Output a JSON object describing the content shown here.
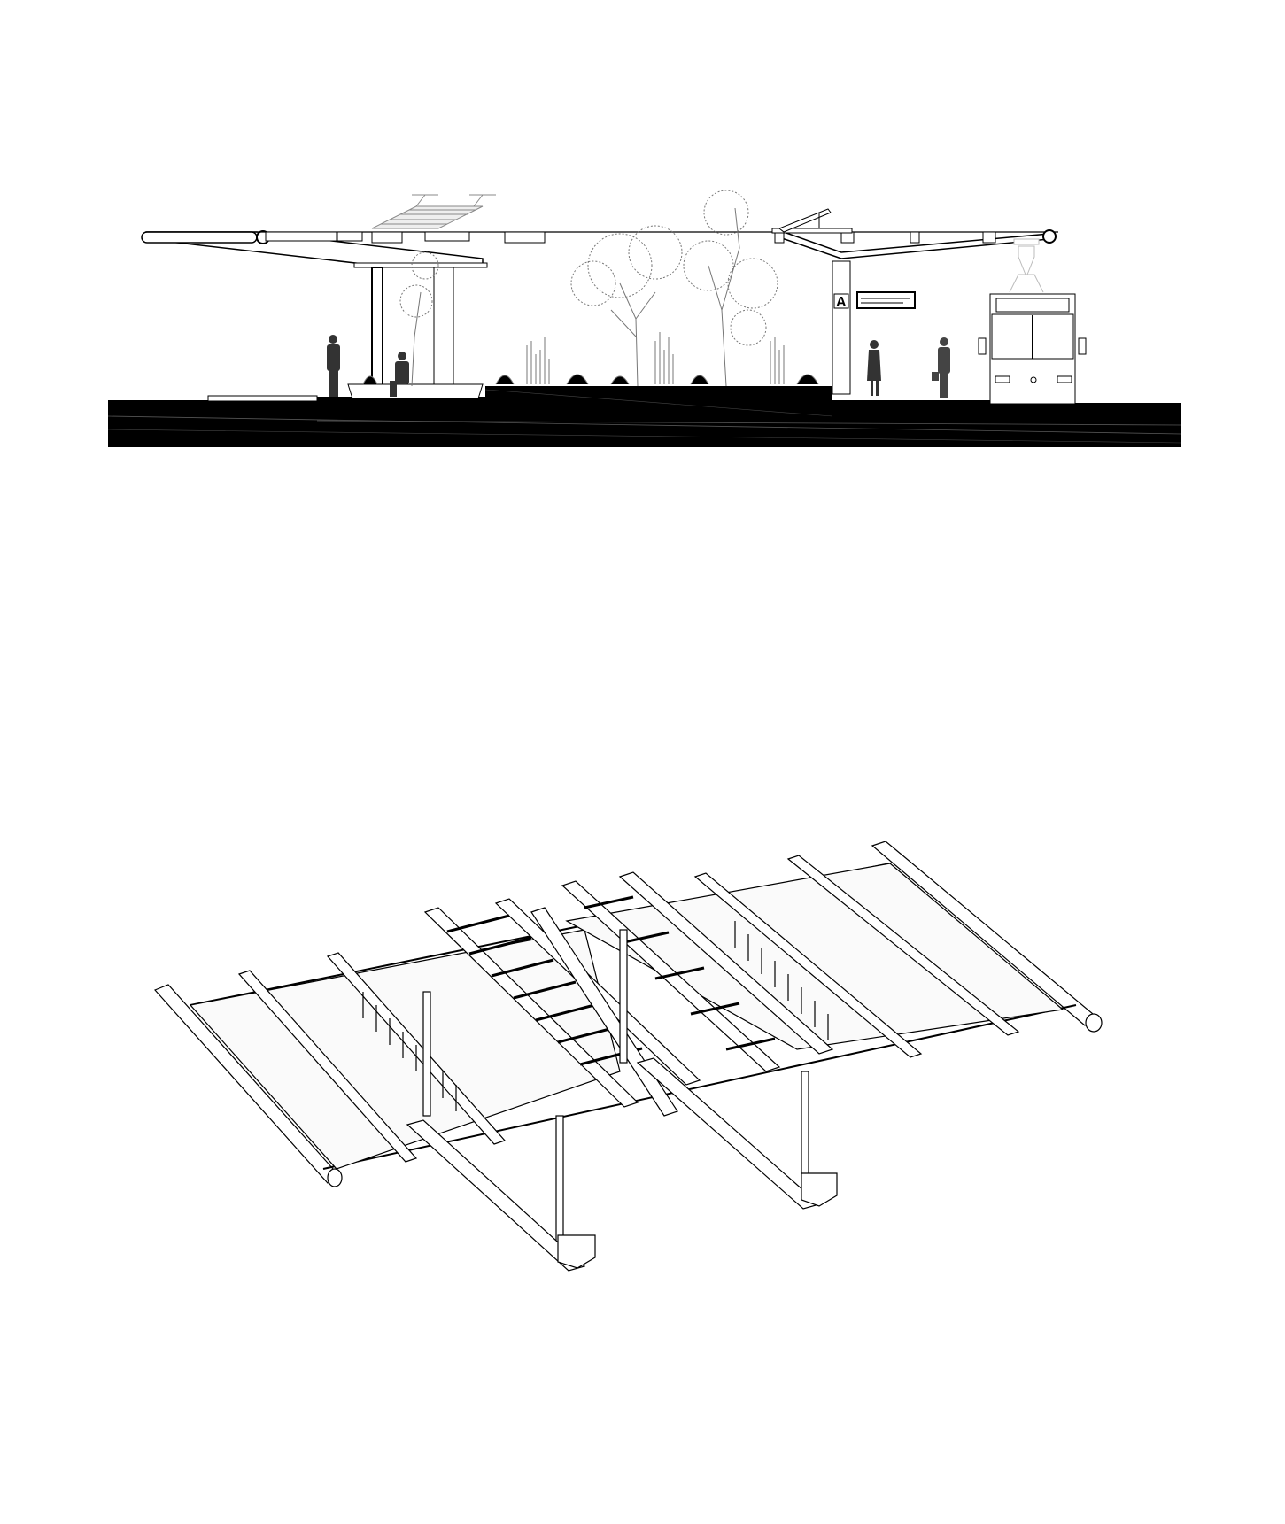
{
  "page": {
    "background": "#ffffff",
    "drawings": [
      {
        "id": "section",
        "kind": "elevation-section",
        "subject": "bus/trolleybus stop canopy with central planted garden",
        "elements": [
          "cantilevered roof canopy",
          "solar panel array",
          "concrete columns",
          "bench",
          "standing figures",
          "seated figure",
          "planted trees and grasses",
          "information sign panel",
          "trolleybus with pantograph",
          "ground section (solid black)"
        ],
        "signage": {
          "glyph": "A"
        }
      },
      {
        "id": "axonometric",
        "kind": "structural-axonometric",
        "subject": "steel roof frame of the canopy",
        "elements": [
          "tubular edge beams",
          "rectangular purlins",
          "ladder-truss girders",
          "tapered cross beams",
          "columns",
          "footing blocks"
        ]
      }
    ],
    "colors": {
      "ink": "#000000",
      "vegetation": "#6b6b6b",
      "ground_fill": "#000000",
      "paper": "#ffffff",
      "faded_vehicle_part": "#bbbbbb"
    }
  }
}
